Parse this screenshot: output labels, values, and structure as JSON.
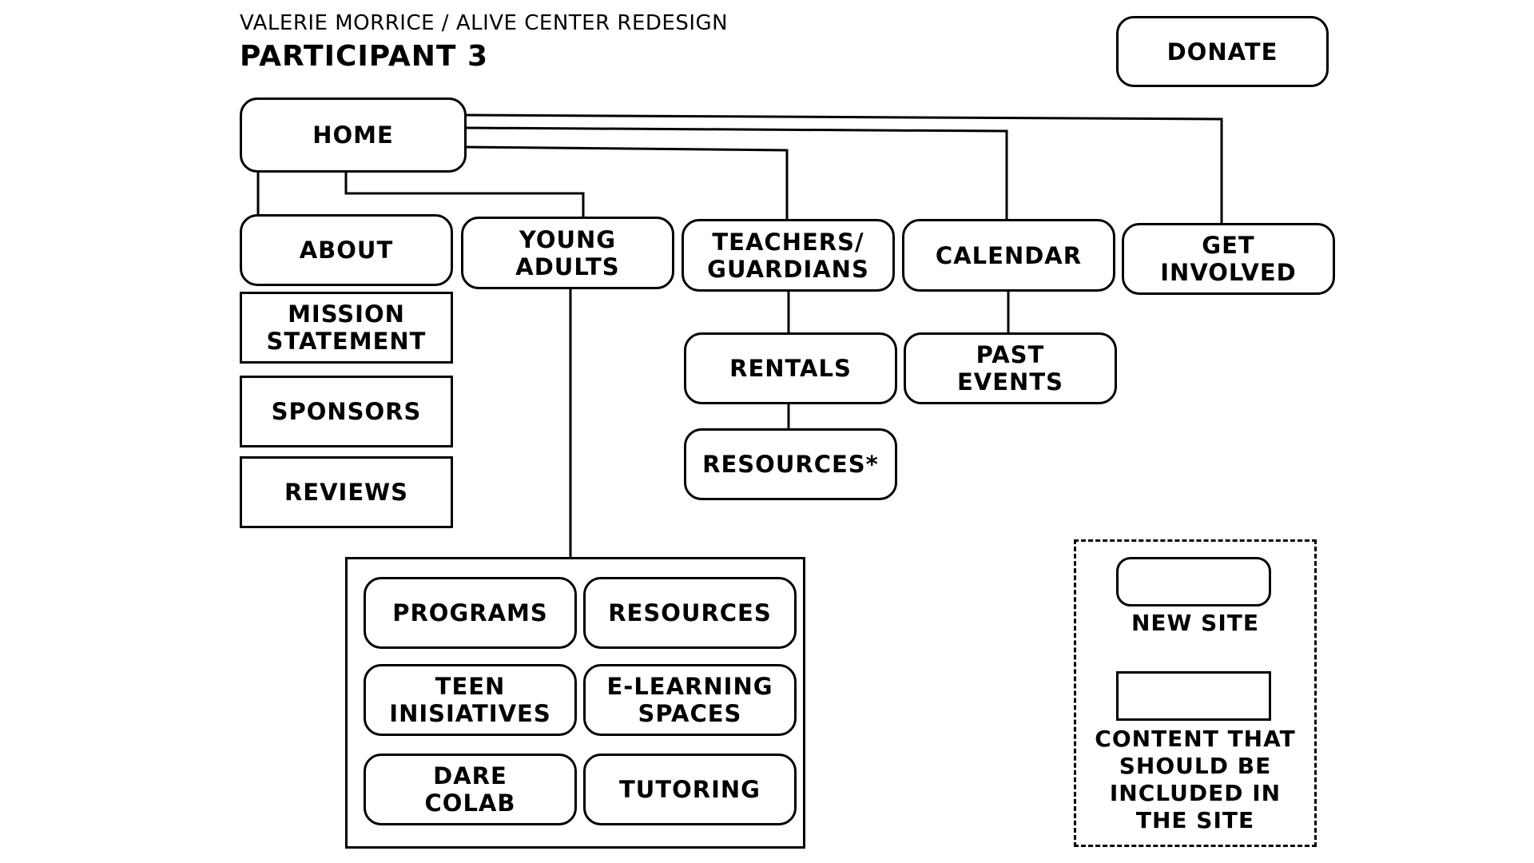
{
  "header": {
    "subtitle": "VALERIE MORRICE / ALIVE CENTER REDESIGN",
    "title": "PARTICIPANT 3"
  },
  "nodes": {
    "donate": "DONATE",
    "home": "HOME",
    "about": "ABOUT",
    "young_adults": "YOUNG\nADULTS",
    "teachers_guardians": "TEACHERS/\nGUARDIANS",
    "calendar": "CALENDAR",
    "get_involved": "GET\nINVOLVED",
    "mission_statement": "MISSION\nSTATEMENT",
    "sponsors": "SPONSORS",
    "reviews": "REVIEWS",
    "rentals": "RENTALS",
    "resources_star": "RESOURCES*",
    "past_events": "PAST\nEVENTS",
    "programs": "PROGRAMS",
    "resources": "RESOURCES",
    "teen_inisiatives": "TEEN\nINISIATIVES",
    "e_learning_spaces": "E-LEARNING\nSPACES",
    "dare_colab": "DARE\nCOLAB",
    "tutoring": "TUTORING"
  },
  "legend": {
    "new_site": "NEW SITE",
    "content": "CONTENT THAT\nSHOULD BE\nINCLUDED IN\nTHE SITE"
  }
}
